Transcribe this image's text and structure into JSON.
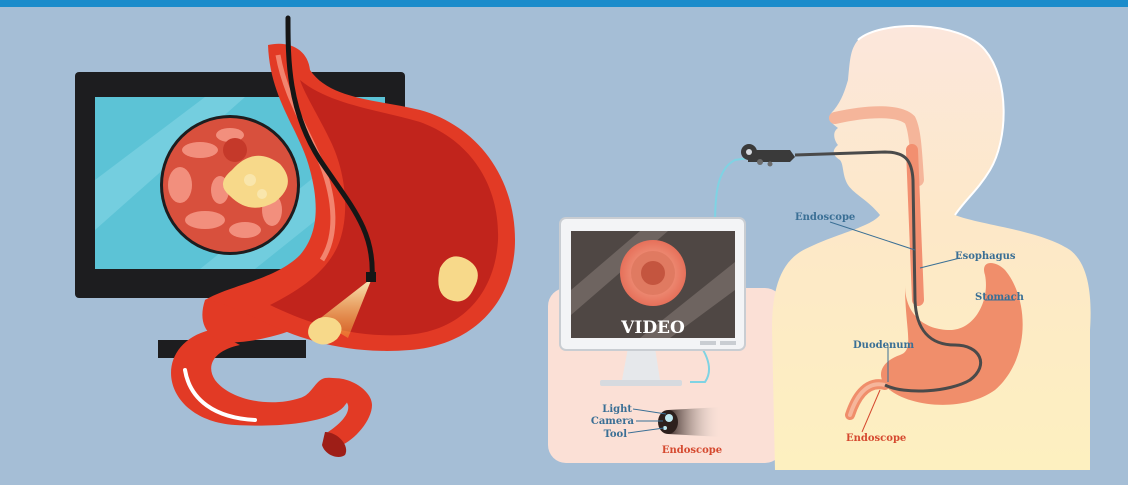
{
  "labels": {
    "video": "VIDEO",
    "light": "Light",
    "camera": "Camera",
    "tool": "Tool",
    "endoscope_tip": "Endoscope",
    "endoscope_top": "Endoscope",
    "esophagus": "Esophagus",
    "stomach": "Stomach",
    "duodenum": "Duodenum",
    "endoscope_bottom": "Endoscope"
  },
  "colors": {
    "background": "#a5bed6",
    "top_bar": "#1b8ccb",
    "label_blue": "#3a6f95",
    "label_red": "#d5492f",
    "stomach_red": "#e23a25",
    "monitor_cyan": "#5cc3d6"
  }
}
